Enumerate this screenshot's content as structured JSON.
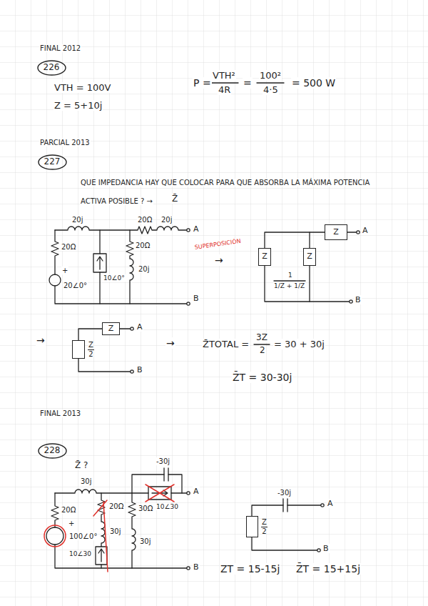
{
  "diagram": {
    "nodes": [
      {
        "text": [
          "226"
        ]
      },
      {
        "text": [
          "227"
        ]
      },
      {
        "text": [
          "Z"
        ]
      },
      {
        "text": [
          "Z"
        ]
      },
      {
        "text": [
          "Z"
        ]
      },
      {
        "text": [
          "Z"
        ]
      },
      {
        "text": [
          "Z",
          "2"
        ]
      },
      {
        "text": [
          "228"
        ]
      },
      {
        "text": [
          "Z",
          "2"
        ]
      }
    ],
    "edges": [
      {
        "from": 3,
        "to": 2,
        "arrow": "none"
      },
      {
        "from": 3,
        "to": 4,
        "arrow": "none"
      },
      {
        "from": 6,
        "to": 5,
        "arrow": "none"
      }
    ],
    "labels": [
      "FINAL 2012",
      "VTH = 100V",
      "Z = 5+10j",
      "P =",
      "VTH²",
      "4R",
      "=",
      "100²",
      "4·5",
      "= 500 W",
      "PARCIAL 2013",
      "QUE IMPEDANCIA HAY QUE COLOCAR PARA QUE ABSORBA LA MÁXIMA POTENCIA",
      "ACTIVA POSIBLE ? →",
      "Z̄",
      "20j",
      "20Ω",
      "+",
      "20∠0°",
      "10∠0°",
      "20Ω",
      "20j",
      "20Ω",
      "20j",
      "A",
      "B",
      "SUPERPOSICIÓN",
      "→",
      "A",
      "1",
      "1/Z + 1/Z",
      "B",
      "→",
      "A",
      "B",
      "→",
      "Z̄TOTAL =",
      "3Z",
      "2",
      "= 30 + 30j",
      "Z̄T = 30-30j",
      "FINAL 2013",
      "Z̄ ?",
      "30j",
      "20Ω",
      "+",
      "100∠0°",
      "20Ω",
      "30j",
      "10∠30",
      "30Ω",
      "30j",
      "-30j",
      "10∠30",
      "A",
      "B",
      "-30j",
      "A",
      "B",
      "ZT = 15-15j",
      "Z̄T = 15+15j"
    ]
  }
}
